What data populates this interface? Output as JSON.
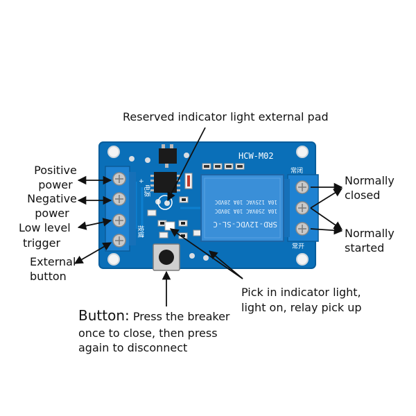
{
  "board": {
    "model": "HCW-M02",
    "relay_line1": "SRD-12VDC-SL-C",
    "relay_line2": "10A 250VAC  10A 30VDC",
    "relay_line3": "10A 125VAC  10A 28VDC",
    "nc_chinese": "常闭",
    "no_chinese": "常开",
    "power_chinese": "电源",
    "trigger_chinese": "按键",
    "plus_sign": "+"
  },
  "labels": {
    "reserved_pad": "Reserved indicator light external pad",
    "positive_l1": "Positive",
    "positive_l2": "power",
    "negative_l1": "Negative",
    "negative_l2": "power",
    "low_l1": "Low level",
    "low_l2": "trigger",
    "ext_l1": "External",
    "ext_l2": "button",
    "nc_l1": "Normally",
    "nc_l2": "closed",
    "no_l1": "Normally",
    "no_l2": "started",
    "pick_l1": "Pick in indicator light,",
    "pick_l2": "light on, relay pick up",
    "button_title": "Button:",
    "button_l1_rest": " Press the breaker",
    "button_l2": "once to close, then press",
    "button_l3": "again to disconnect"
  },
  "colors": {
    "pcb": "#0a6fb8",
    "pcb_edge": "#075d9c",
    "terminal": "#1e82d2",
    "relay": "#3a8fd8",
    "arrow": "#111111"
  }
}
